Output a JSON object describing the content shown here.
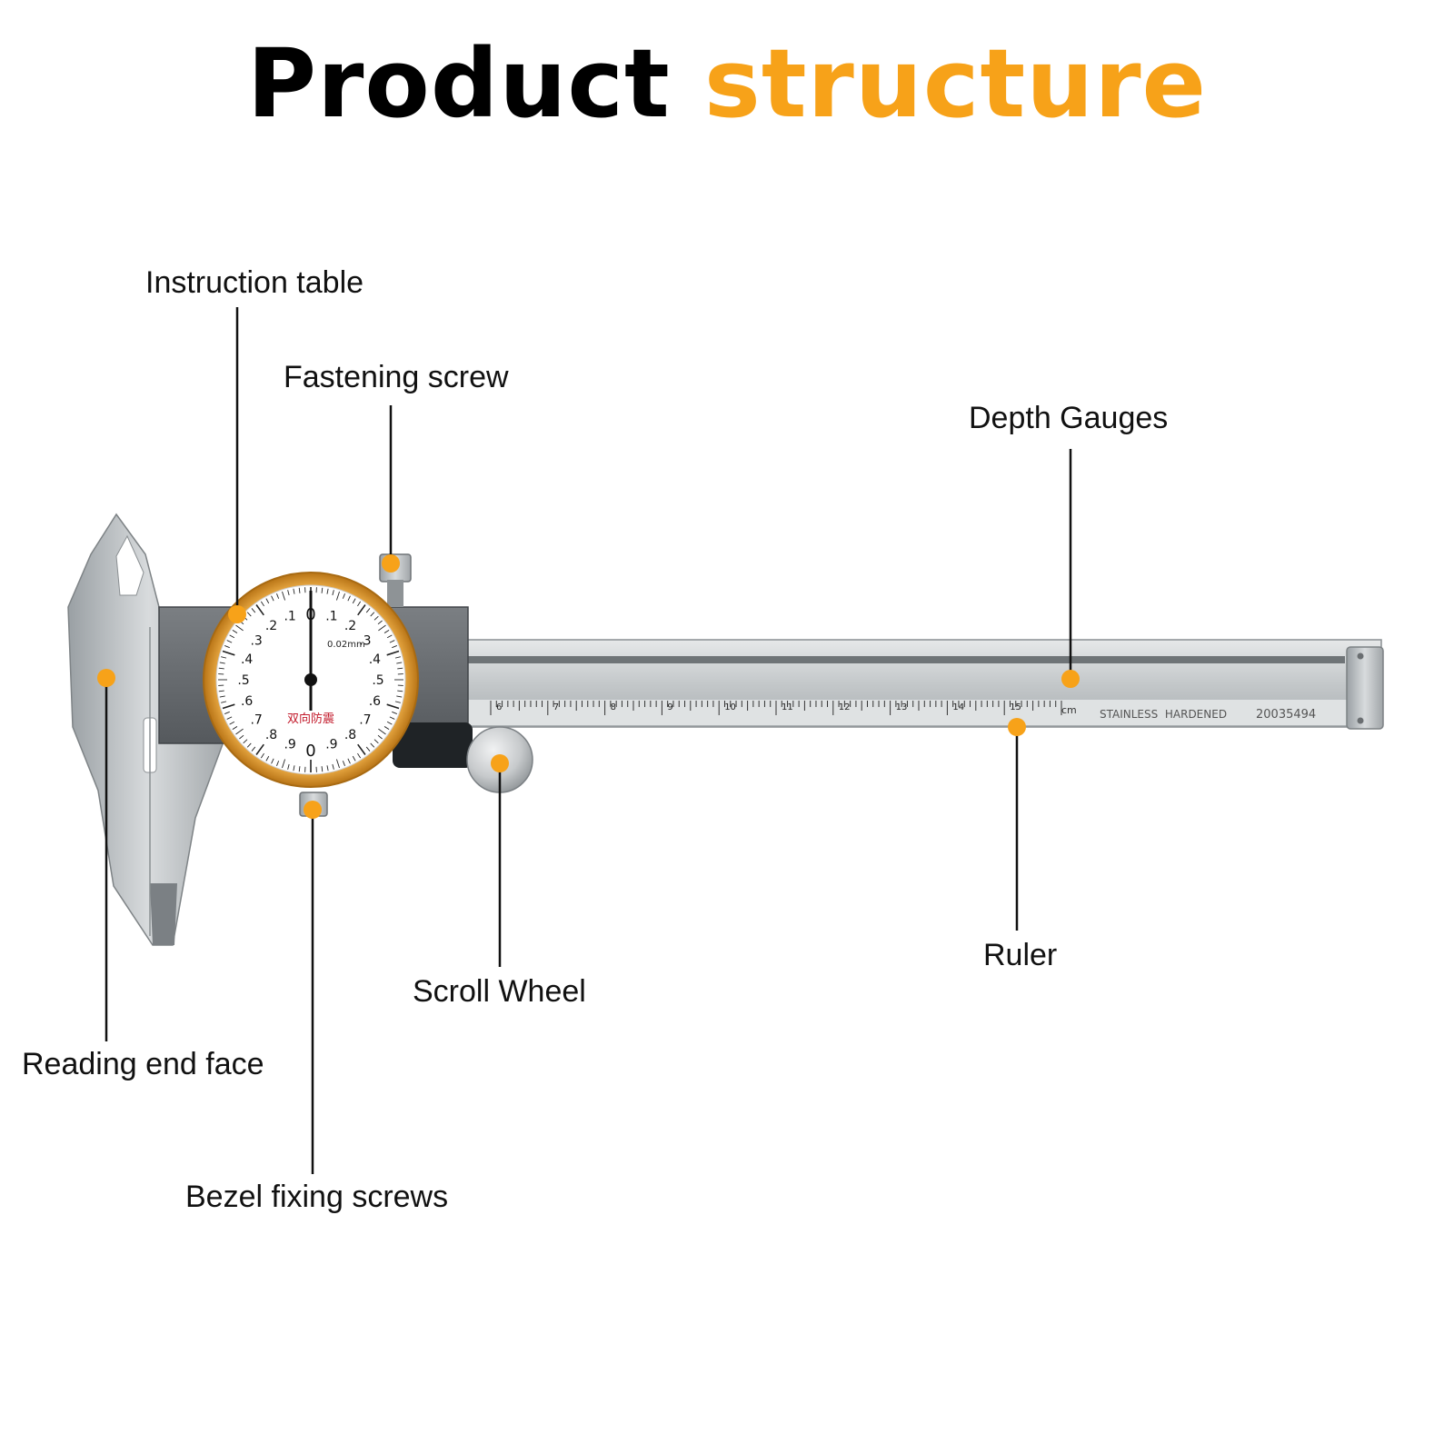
{
  "title": {
    "part1": "Product ",
    "part2": "structure"
  },
  "labels": {
    "instruction_table": "Instruction table",
    "fastening_screw": "Fastening screw",
    "depth_gauges": "Depth Gauges",
    "reading_end_face": "Reading end face",
    "bezel_fixing_screws": "Bezel fixing screws",
    "scroll_wheel": "Scroll Wheel",
    "ruler": "Ruler"
  },
  "dial": {
    "top_numbers": [
      ".1",
      ".2",
      ".3",
      ".4",
      ".5"
    ],
    "right_numbers": [
      ".5",
      ".6",
      ".7",
      ".8",
      ".9"
    ],
    "left_numbers": [
      ".8",
      ".7",
      ".6",
      ".5",
      ".4",
      ".3",
      ".2",
      ".1"
    ],
    "resolution": "0.02mm",
    "chinese_text": "双向防震",
    "zero": "0"
  },
  "ruler": {
    "cm_marks": [
      "6",
      "7",
      "8",
      "9",
      "10",
      "11",
      "12",
      "13",
      "14",
      "15"
    ],
    "unit": "cm",
    "stamp": "STAINLESS  HARDENED",
    "serial": "20035494"
  },
  "colors": {
    "accent": "#f7a219",
    "marker": "#f7a219",
    "bezel": "#e09a2a",
    "steel": "#c9ccce"
  }
}
